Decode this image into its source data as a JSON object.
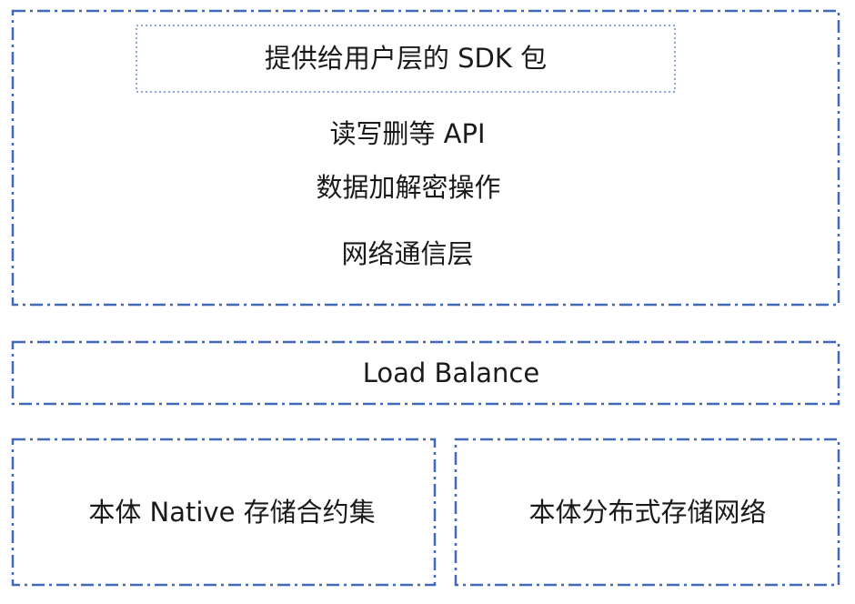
{
  "top_layer": {
    "sdk_box_label": "提供给用户层的 SDK 包",
    "items": [
      "读写删等 API",
      "数据加解密操作",
      "网络通信层"
    ]
  },
  "middle_layer": {
    "label": "Load Balance"
  },
  "bottom_layer": {
    "left_label": "本体 Native 存储合约集",
    "right_label": "本体分布式存储网络"
  },
  "colors": {
    "border": "#4169b8",
    "inner_border": "#6a88c8",
    "text": "#1a1a1a"
  }
}
